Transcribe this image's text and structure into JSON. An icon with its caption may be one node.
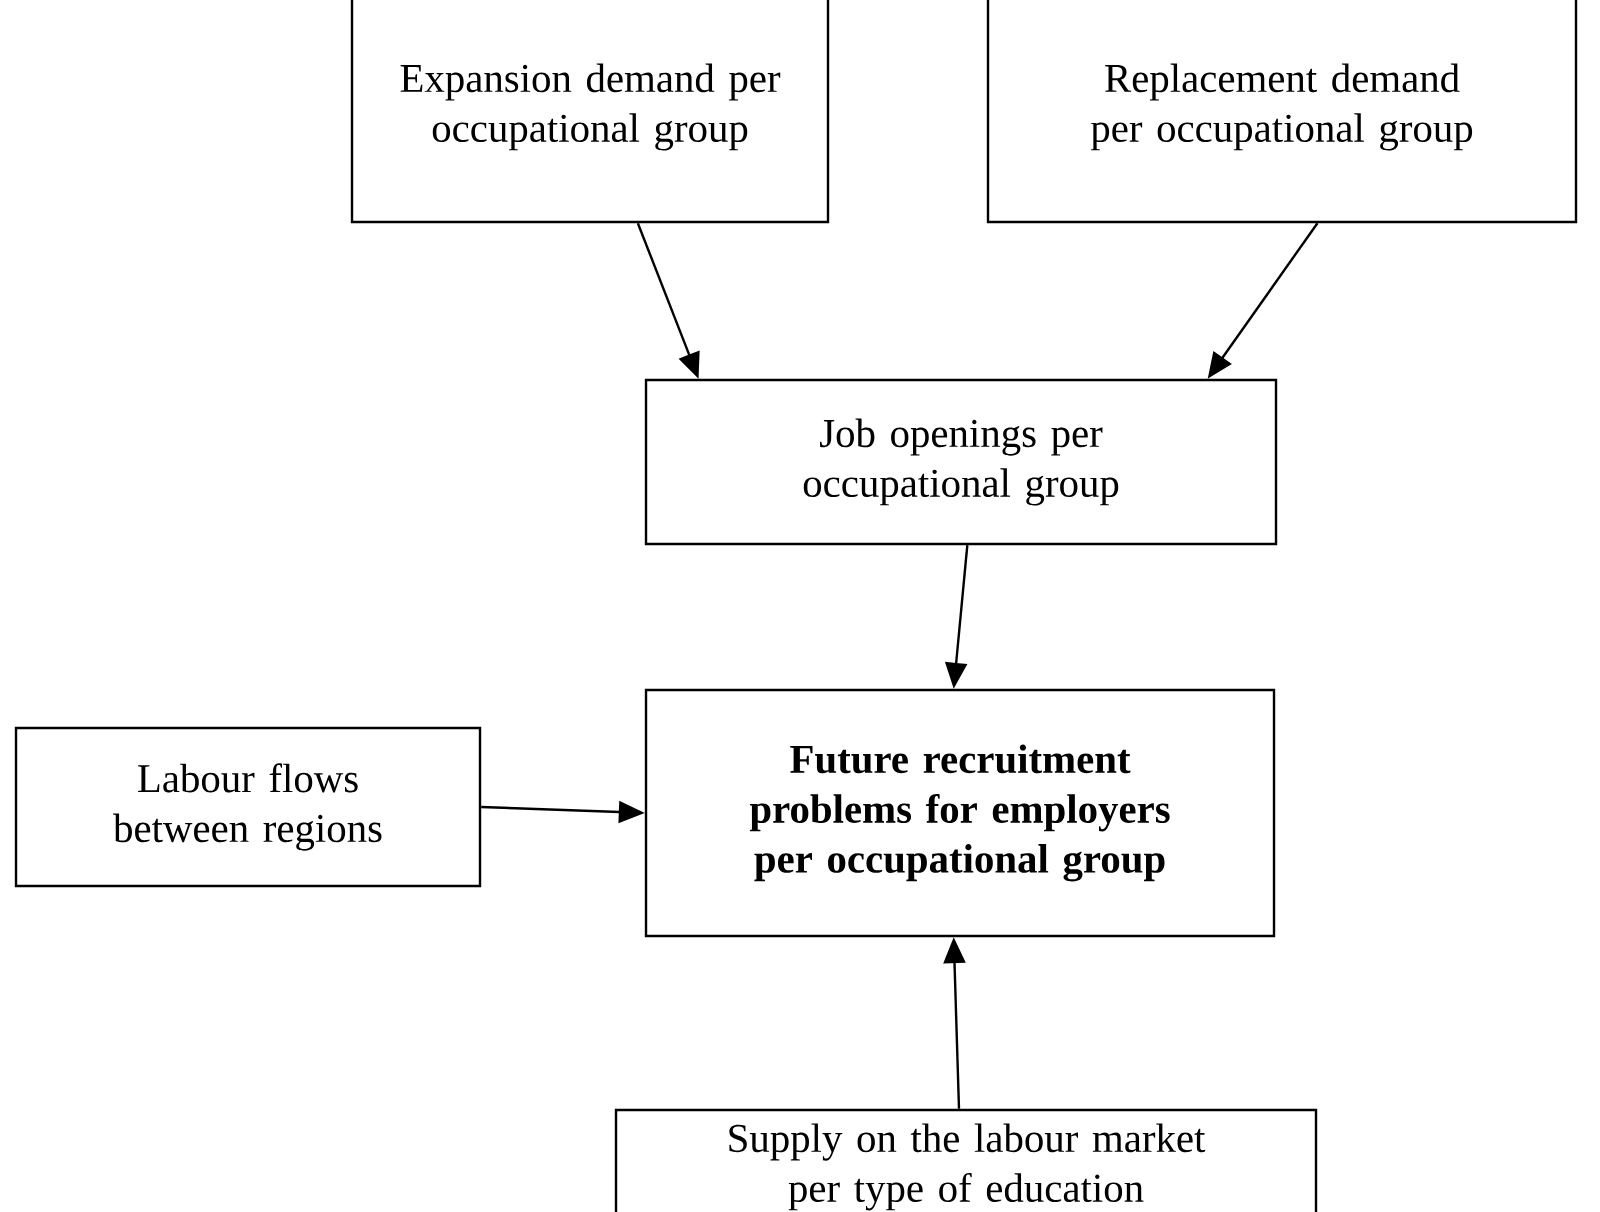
{
  "diagram": {
    "nodes": [
      {
        "text": [
          "Expansion demand per occupational group"
        ]
      },
      {
        "text": [
          "Replacement demand per occupational group"
        ]
      },
      {
        "text": [
          "Job openings per occupational group"
        ]
      },
      {
        "text": [
          "Future recruitment problems for employers per occupational group"
        ]
      },
      {
        "text": [
          "Labour flows between regions"
        ]
      },
      {
        "text": [
          "Supply on the labour market per type of education"
        ]
      }
    ],
    "edges": [
      {
        "from": 0,
        "to": 2,
        "arrow": "to"
      },
      {
        "from": 1,
        "to": 2,
        "arrow": "to"
      },
      {
        "from": 2,
        "to": 3,
        "arrow": "to"
      },
      {
        "from": 4,
        "to": 3,
        "arrow": "to"
      },
      {
        "from": 5,
        "to": 3,
        "arrow": "to"
      }
    ]
  }
}
